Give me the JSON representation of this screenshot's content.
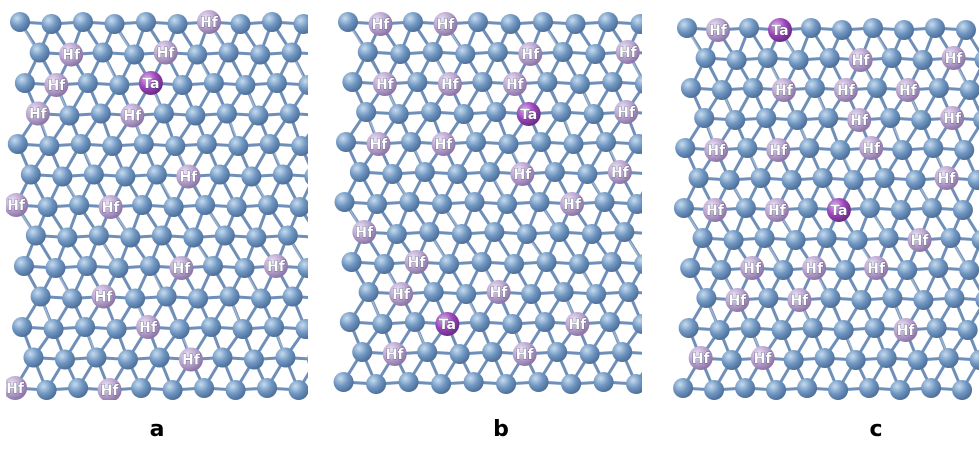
{
  "colors": {
    "background": "#ffffff",
    "host_atom": "#6f96c1",
    "host_atom_highlight": "#c6dbef",
    "bond": "#6f8fb8",
    "hf_atom": "#b9a4cf",
    "ta_atom": "#9a46b8",
    "label_text": "#ffffff"
  },
  "panels": [
    {
      "caption": "a",
      "hf_label": "Hf",
      "ta_label": "Ta",
      "hf_sites": [
        [
          0,
          6
        ],
        [
          1,
          1
        ],
        [
          1,
          4
        ],
        [
          2,
          1
        ],
        [
          3,
          0
        ],
        [
          3,
          3
        ],
        [
          5,
          5
        ],
        [
          6,
          0
        ],
        [
          6,
          3
        ],
        [
          8,
          5
        ],
        [
          8,
          8
        ],
        [
          9,
          2
        ],
        [
          10,
          4
        ],
        [
          11,
          5
        ],
        [
          12,
          0
        ],
        [
          12,
          3
        ]
      ],
      "ta_sites": [
        [
          2,
          4
        ]
      ]
    },
    {
      "caption": "b",
      "hf_label": "Hf",
      "ta_label": "Ta",
      "hf_sites": [
        [
          0,
          1
        ],
        [
          0,
          3
        ],
        [
          1,
          5
        ],
        [
          1,
          8
        ],
        [
          2,
          1
        ],
        [
          2,
          3
        ],
        [
          2,
          5
        ],
        [
          3,
          8
        ],
        [
          4,
          1
        ],
        [
          4,
          3
        ],
        [
          5,
          5
        ],
        [
          5,
          8
        ],
        [
          6,
          7
        ],
        [
          7,
          0
        ],
        [
          8,
          2
        ],
        [
          9,
          1
        ],
        [
          9,
          4
        ],
        [
          10,
          7
        ],
        [
          11,
          1
        ],
        [
          11,
          5
        ]
      ],
      "ta_sites": [
        [
          3,
          5
        ],
        [
          10,
          3
        ]
      ]
    },
    {
      "caption": "c",
      "hf_label": "Hf",
      "ta_label": "Ta",
      "hf_sites": [
        [
          0,
          1
        ],
        [
          1,
          5
        ],
        [
          1,
          8
        ],
        [
          2,
          3
        ],
        [
          2,
          5
        ],
        [
          2,
          7
        ],
        [
          3,
          5
        ],
        [
          3,
          8
        ],
        [
          4,
          1
        ],
        [
          4,
          3
        ],
        [
          4,
          6
        ],
        [
          5,
          8
        ],
        [
          6,
          1
        ],
        [
          6,
          3
        ],
        [
          7,
          7
        ],
        [
          8,
          2
        ],
        [
          8,
          4
        ],
        [
          8,
          6
        ],
        [
          9,
          1
        ],
        [
          9,
          3
        ],
        [
          10,
          7
        ],
        [
          11,
          0
        ],
        [
          11,
          2
        ]
      ],
      "ta_sites": [
        [
          0,
          3
        ],
        [
          6,
          5
        ]
      ]
    }
  ]
}
